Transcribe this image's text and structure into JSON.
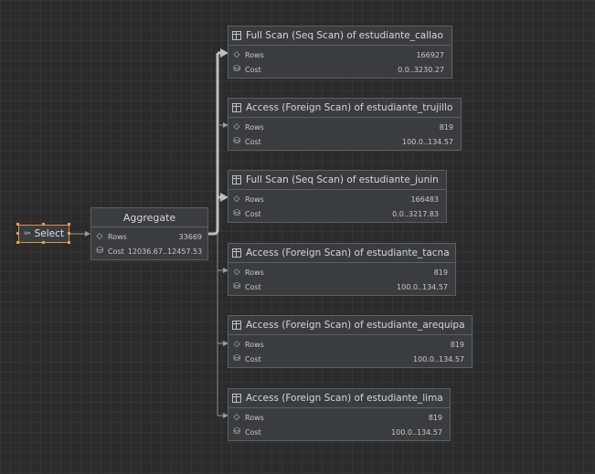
{
  "select_node": {
    "icon": "⇦",
    "label": "Select"
  },
  "aggregate": {
    "title": "Aggregate",
    "rows_label": "Rows",
    "rows": "33669",
    "cost_label": "Cost",
    "cost": "12036.67..12457.53"
  },
  "scans": [
    {
      "title": "Full Scan (Seq Scan) of estudiante_callao",
      "rows_label": "Rows",
      "rows": "166927",
      "cost_label": "Cost",
      "cost": "0.0..3230.27"
    },
    {
      "title": "Access (Foreign Scan) of estudiante_trujillo",
      "rows_label": "Rows",
      "rows": "819",
      "cost_label": "Cost",
      "cost": "100.0..134.57"
    },
    {
      "title": "Full Scan (Seq Scan) of estudiante_junin",
      "rows_label": "Rows",
      "rows": "166483",
      "cost_label": "Cost",
      "cost": "0.0..3217.83"
    },
    {
      "title": "Access (Foreign Scan) of estudiante_tacna",
      "rows_label": "Rows",
      "rows": "819",
      "cost_label": "Cost",
      "cost": "100.0..134.57"
    },
    {
      "title": "Access (Foreign Scan) of estudiante_arequipa",
      "rows_label": "Rows",
      "rows": "819",
      "cost_label": "Cost",
      "cost": "100.0..134.57"
    },
    {
      "title": "Access (Foreign Scan) of estudiante_lima",
      "rows_label": "Rows",
      "rows": "819",
      "cost_label": "Cost",
      "cost": "100.0..134.57"
    }
  ]
}
